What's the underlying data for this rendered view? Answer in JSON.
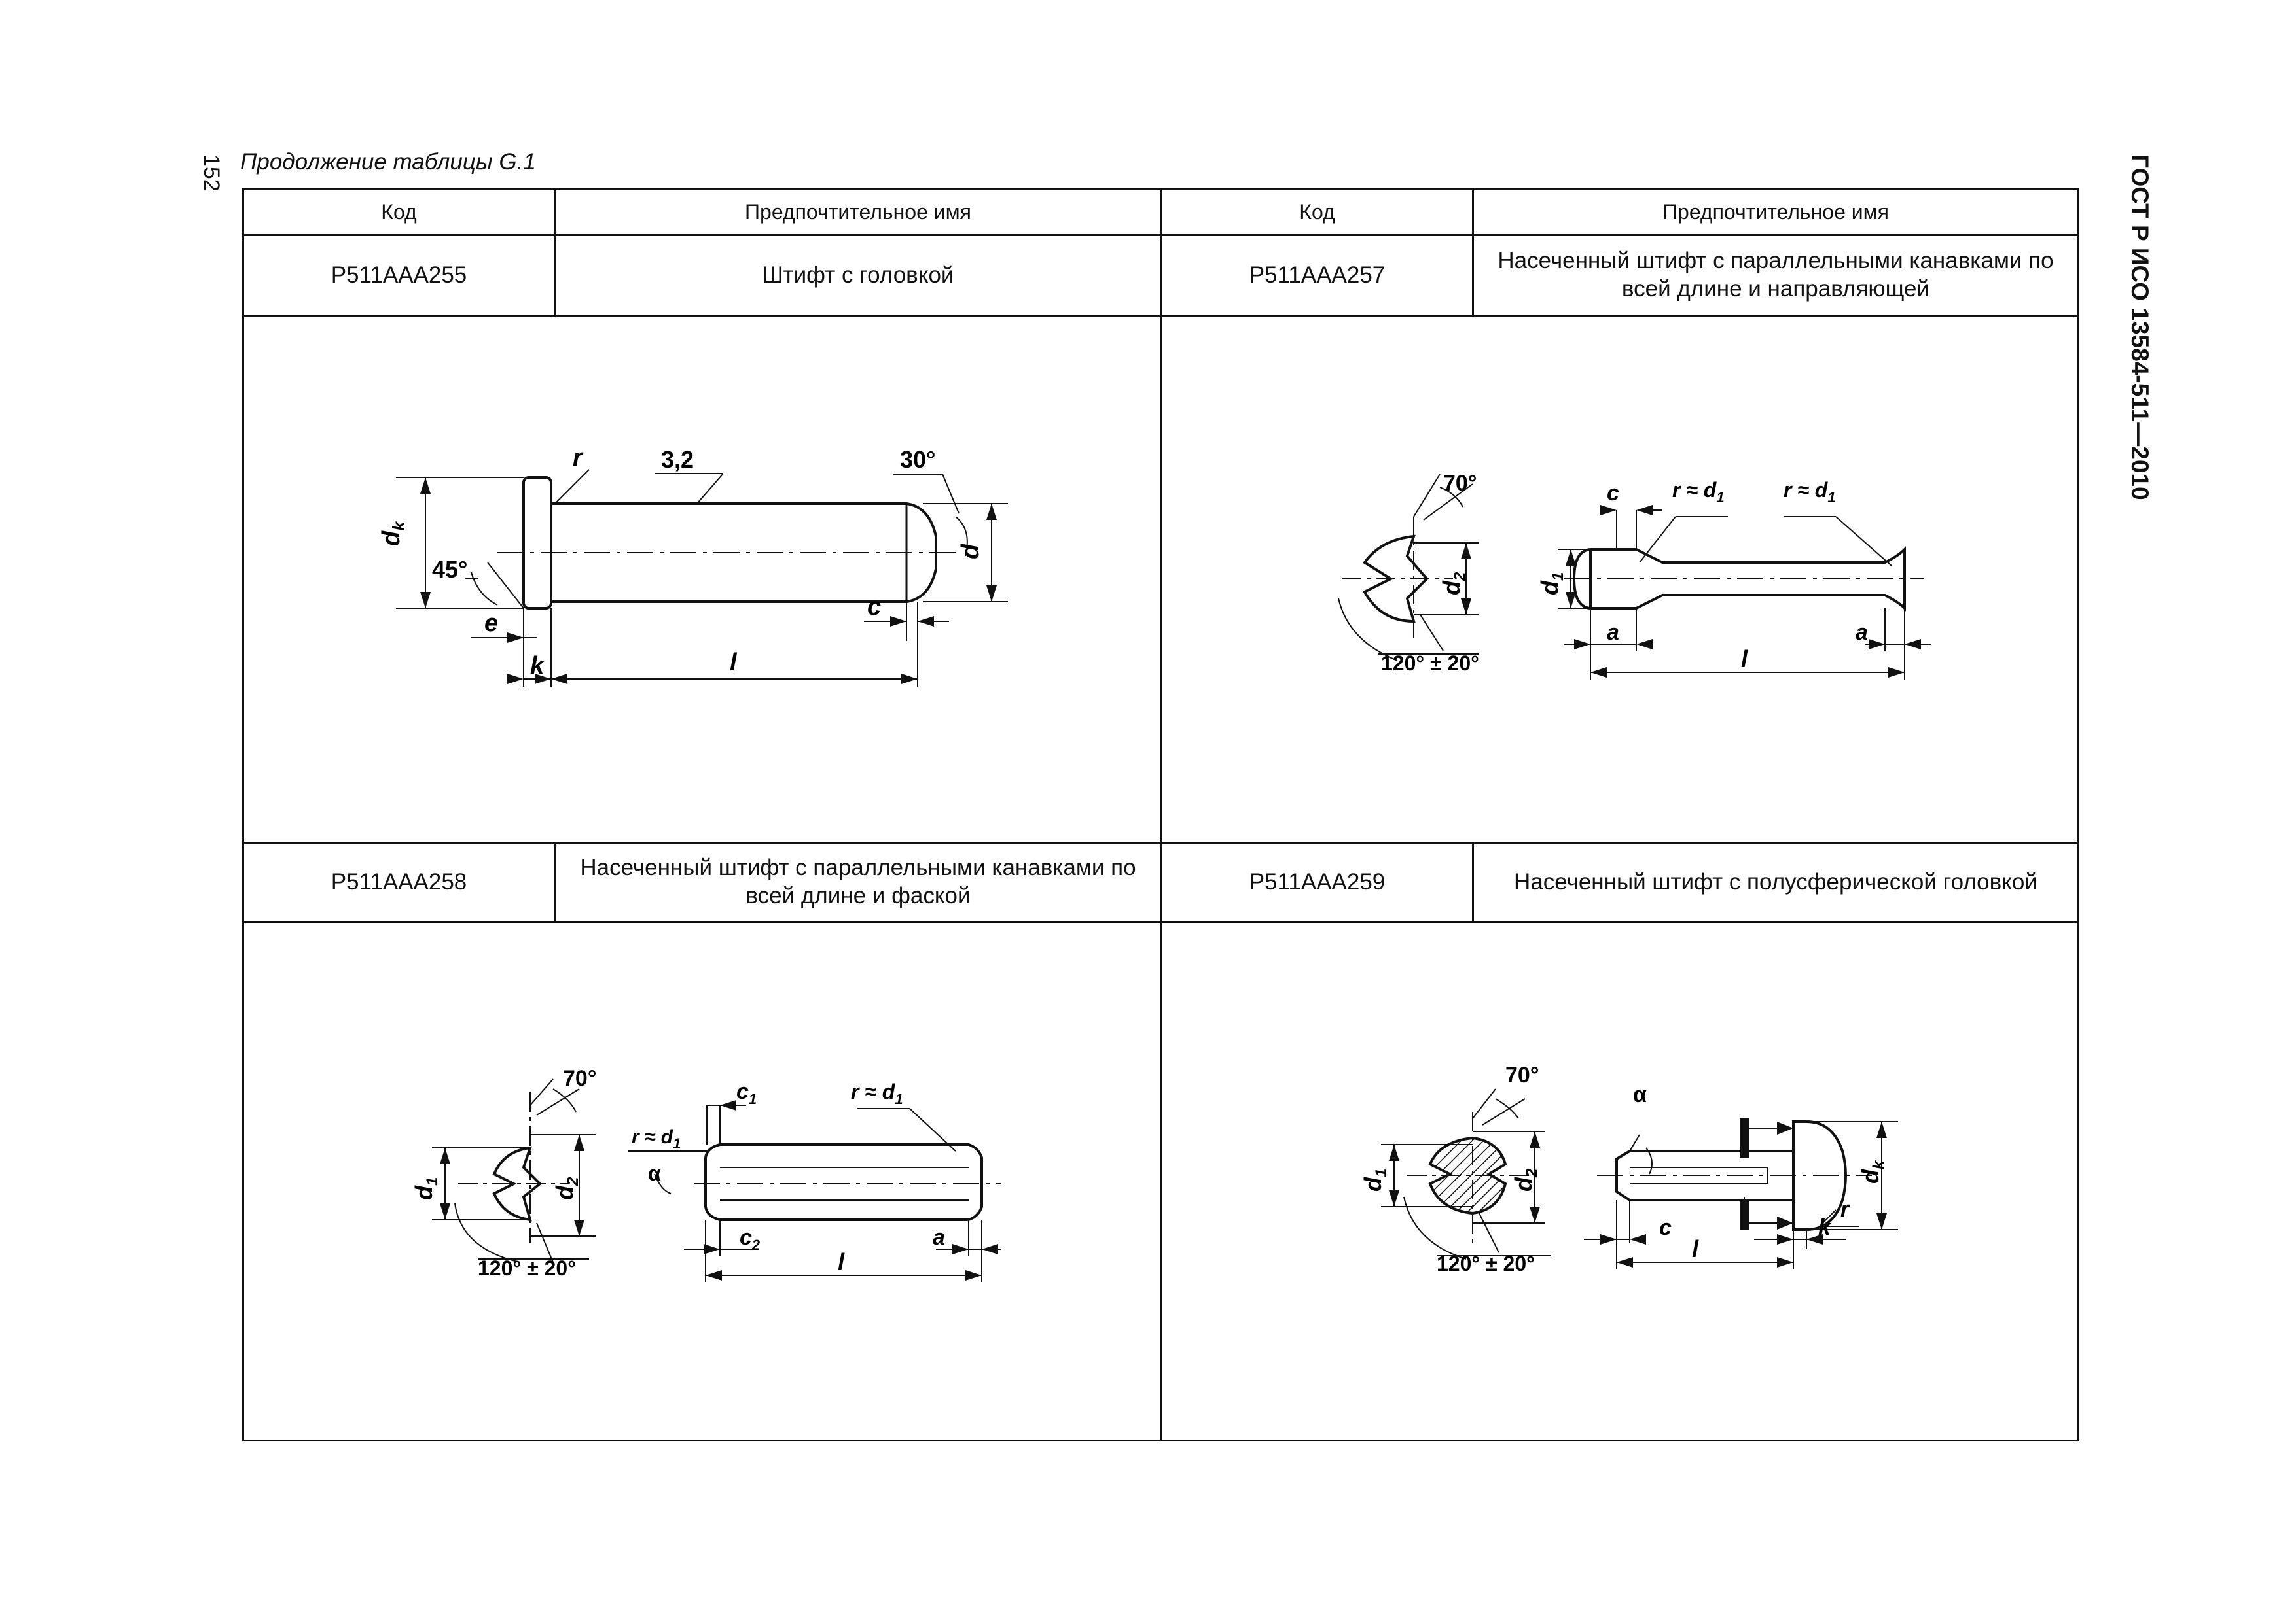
{
  "page": {
    "number": "152",
    "side_title": "ГОСТ Р ИСО 13584-511—2010",
    "continuation": "Продолжение таблицы G.1"
  },
  "table": {
    "headers": {
      "code": "Код",
      "name": "Предпочтительное имя"
    },
    "rows": [
      {
        "left": {
          "code": "P511AAA255",
          "name": "Штифт с головкой"
        },
        "right": {
          "code": "P511AAA257",
          "name": "Насеченный штифт с параллельными канавками по всей длине и направляющей"
        }
      },
      {
        "left": {
          "code": "P511AAA258",
          "name": "Насеченный штифт с параллельными канавками по всей длине и фаской"
        },
        "right": {
          "code": "P511AAA259",
          "name": "Насеченный штифт с полусферической головкой"
        }
      }
    ]
  },
  "drawings": {
    "pin255": {
      "dk": "d",
      "dk_sub": "k",
      "r": "r",
      "roughness": "3,2",
      "chamfer_angle": "30°",
      "d": "d",
      "head_angle": "45°",
      "e": "e",
      "c": "c",
      "k": "k",
      "l": "l"
    },
    "pin257": {
      "angle_top": "70°",
      "d2": "d",
      "d2_sub": "2",
      "angle_bottom": "120° ± 20°",
      "c": "c",
      "r1": "r ≈ d",
      "r1_sub": "1",
      "r2": "r ≈ d",
      "r2_sub": "1",
      "d1": "d",
      "d1_sub": "1",
      "a_left": "a",
      "a_right": "a",
      "l": "l"
    },
    "pin258": {
      "angle_top": "70°",
      "d1": "d",
      "d1_sub": "1",
      "d2": "d",
      "d2_sub": "2",
      "angle_bottom": "120° ± 20°",
      "r_left": "r ≈ d",
      "r_left_sub": "1",
      "alpha": "α",
      "c1": "c",
      "c1_sub": "1",
      "r_right": "r ≈ d",
      "r_right_sub": "1",
      "c2": "c",
      "c2_sub": "2",
      "a": "a",
      "l": "l"
    },
    "pin259": {
      "angle_top": "70°",
      "d1": "d",
      "d1_sub": "1",
      "d2": "d",
      "d2_sub": "2",
      "angle_bottom": "120° ± 20°",
      "alpha": "α",
      "dk": "d",
      "dk_sub": "k",
      "r": "r",
      "c": "c",
      "k": "k",
      "l": "l"
    }
  }
}
